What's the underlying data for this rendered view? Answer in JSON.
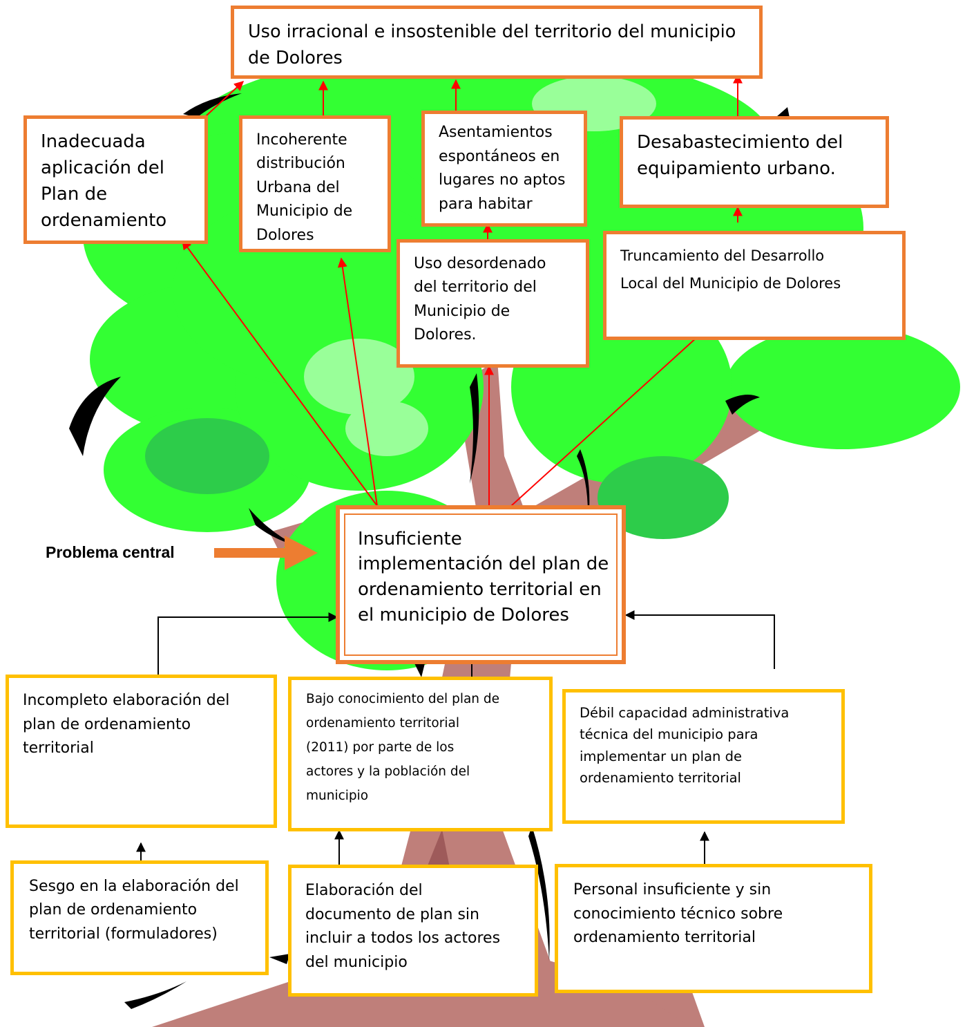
{
  "effects": {
    "main": "Uso irracional e insostenible del territorio del municipio de Dolores",
    "e1": [
      "Inadecuada",
      "aplicación del",
      "Plan de",
      "ordenamiento"
    ],
    "e2": [
      "Incoherente",
      "distribución",
      "Urbana del",
      "Municipio de",
      "Dolores"
    ],
    "e3": [
      "Asentamientos",
      "espontáneos en",
      "lugares no aptos",
      "para habitar"
    ],
    "e4": [
      "Desabastecimiento del",
      "equipamiento urbano."
    ],
    "e5": [
      "Uso desordenado",
      "del territorio del",
      "Municipio de",
      "Dolores."
    ],
    "e6": [
      "Truncamiento del Desarrollo",
      "Local del Municipio de Dolores"
    ]
  },
  "central": {
    "label": "Problema central",
    "lines": [
      "Insuficiente",
      "implementación del plan de",
      "ordenamiento territorial en",
      "el municipio de Dolores"
    ]
  },
  "causes": {
    "c1": [
      "Incompleto elaboración del",
      "plan de ordenamiento",
      "territorial"
    ],
    "c2": [
      "Bajo conocimiento del plan de",
      "ordenamiento territorial",
      "(2011) por parte de los",
      "actores y la población del",
      "municipio"
    ],
    "c3": [
      "Débil capacidad administrativa",
      "técnica del municipio para",
      "implementar un plan de",
      "ordenamiento territorial"
    ],
    "r1": [
      "Sesgo en la elaboración del",
      "plan de ordenamiento",
      "territorial (formuladores)"
    ],
    "r2": [
      "Elaboración del",
      "documento de plan sin",
      "incluir a todos los actores",
      "del municipio"
    ],
    "r3": [
      "Personal insuficiente y sin",
      "conocimiento técnico sobre",
      "ordenamiento territorial"
    ]
  },
  "colors": {
    "effect_border": "#ED7D31",
    "cause_border": "#FFC000",
    "effect_arrow": "#FF0000",
    "cause_arrow": "#000000",
    "foliage": "#33FF33",
    "trunk": "#BF7F7A"
  }
}
